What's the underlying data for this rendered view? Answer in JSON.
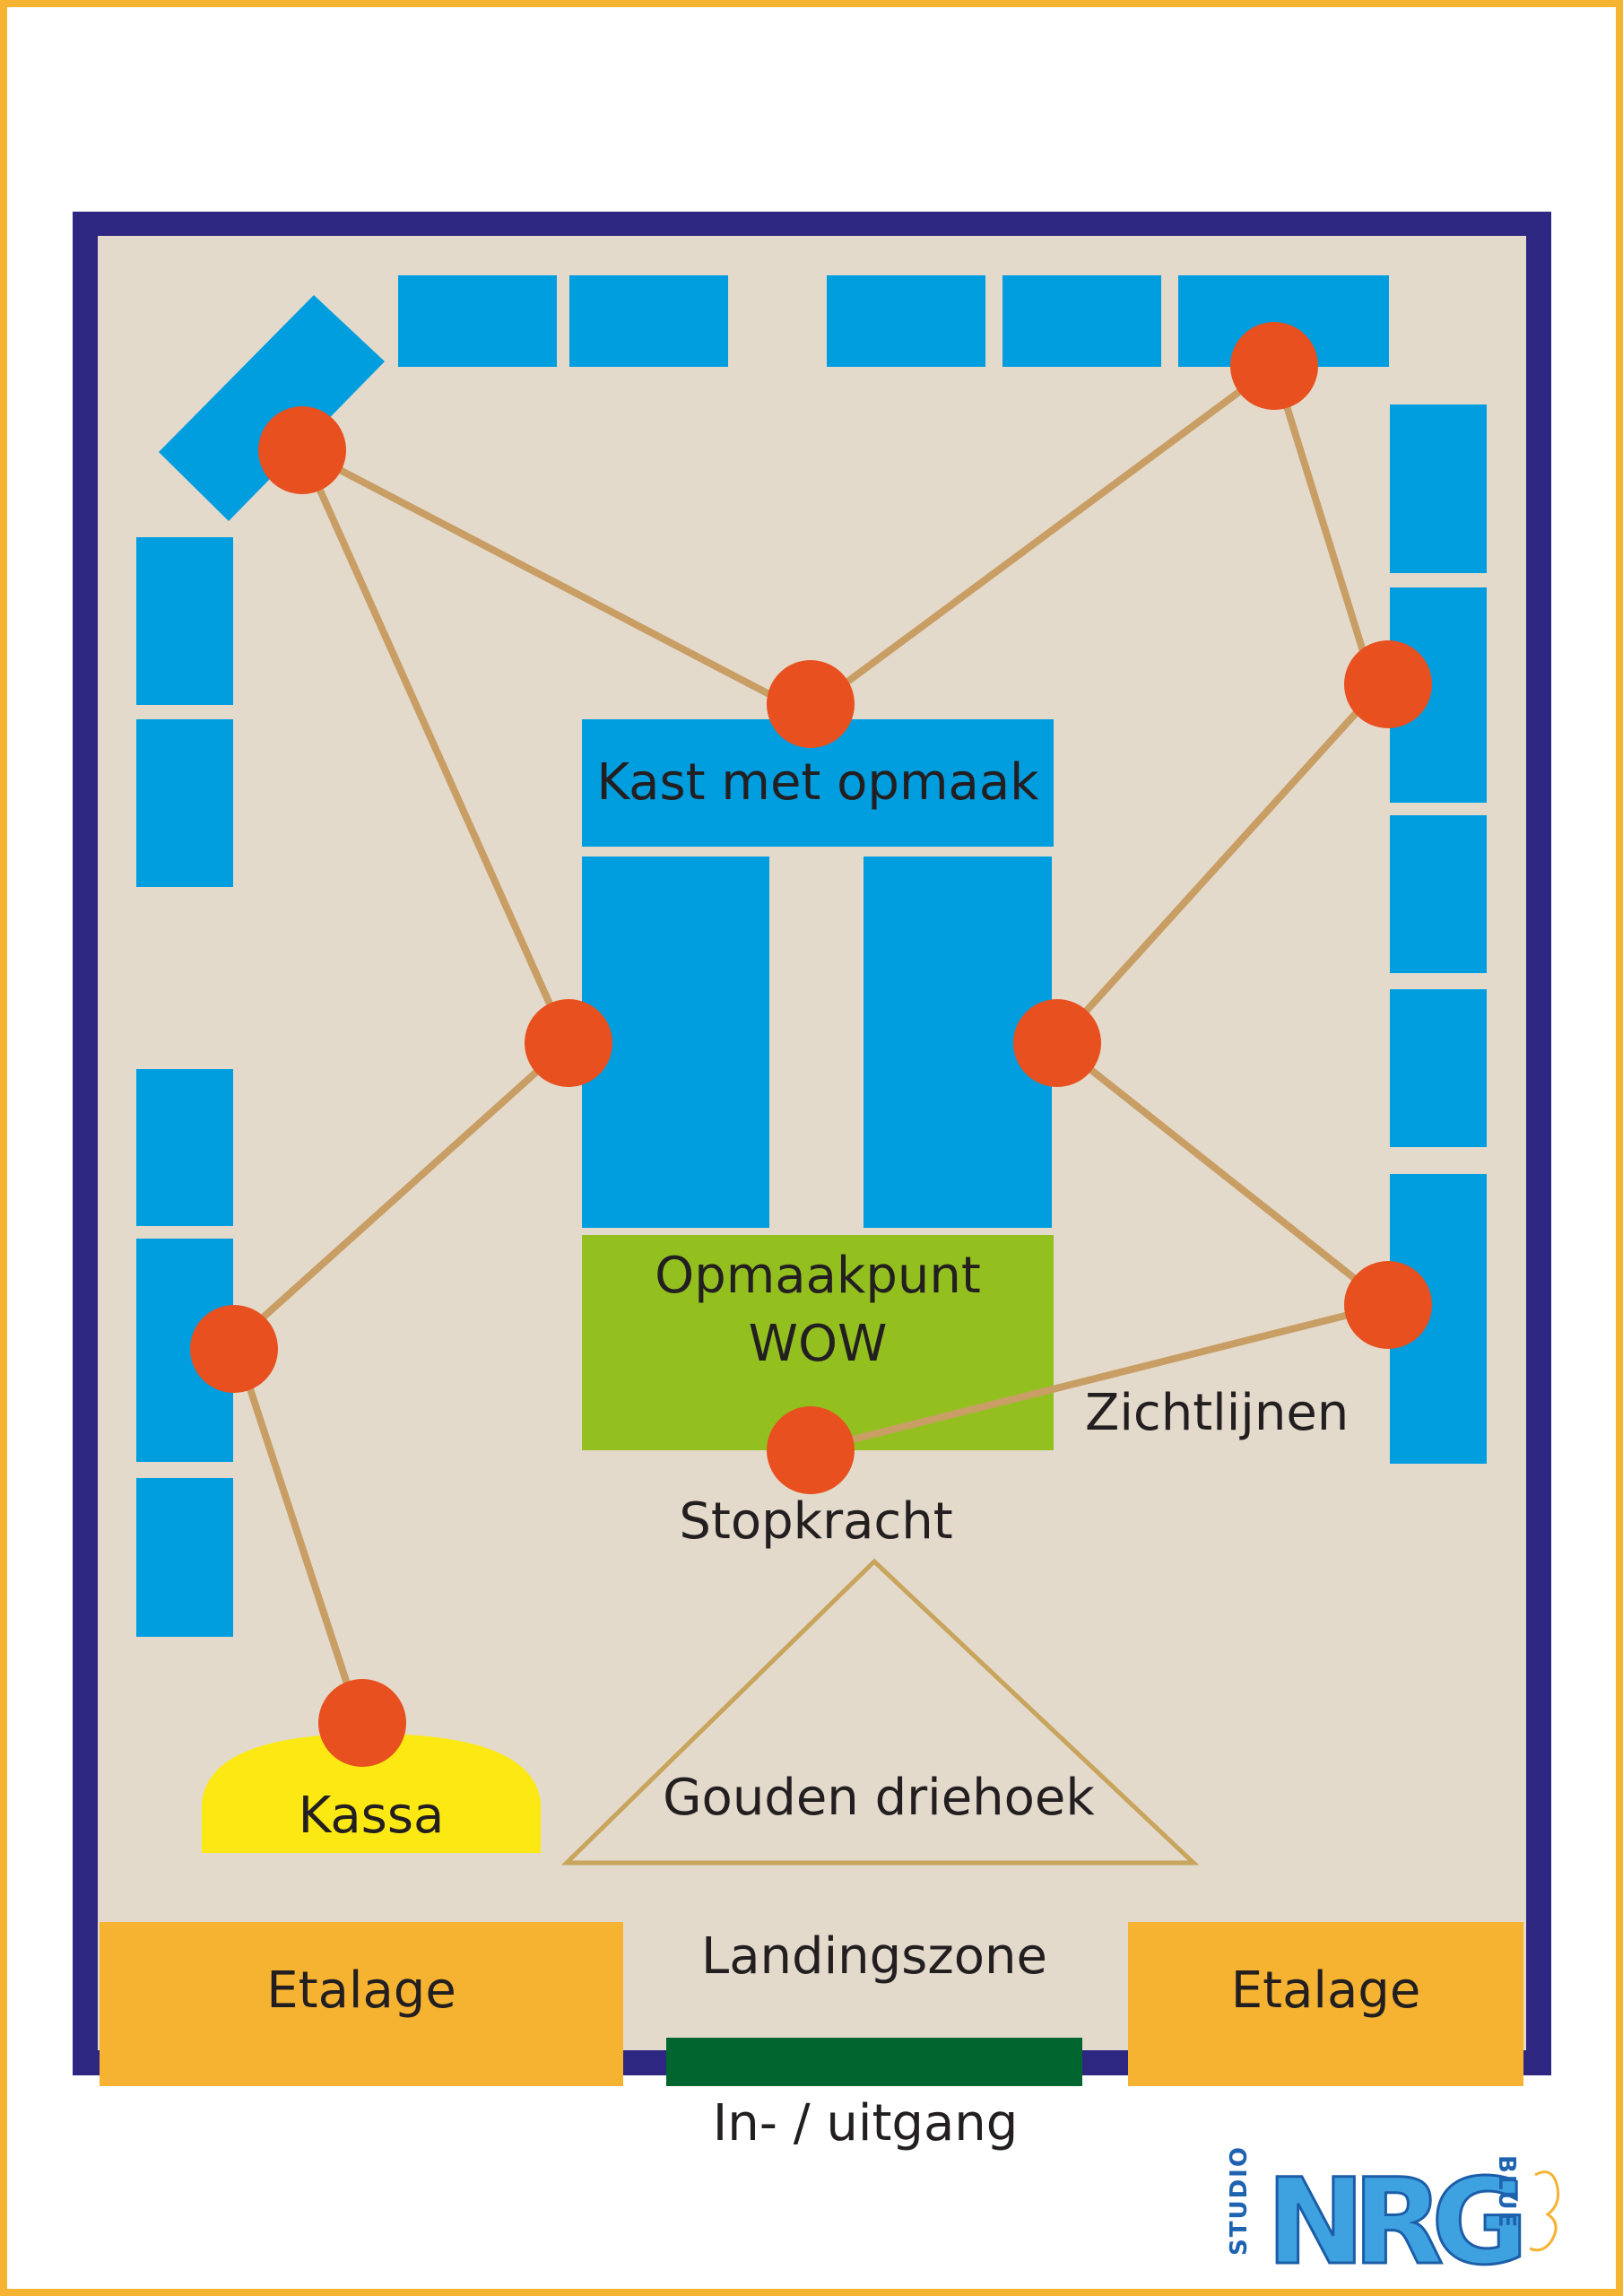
{
  "colors": {
    "frame": "#f6b332",
    "wall": "#2e2782",
    "floor": "#e3dacc",
    "shelf": "#009ddf",
    "node": "#e8501f",
    "line": "#c99e64",
    "wow": "#93c01f",
    "kassa": "#fce913",
    "etalage": "#f6b332",
    "entrance": "#00652e",
    "triangle": "#c8a45c"
  },
  "labels": {
    "kast": "Kast met opmaak",
    "wow_line1": "Opmaakpunt",
    "wow_line2": "WOW",
    "zichtlijnen": "Zichtlijnen",
    "stopkracht": "Stopkracht",
    "gouden_driehoek": "Gouden driehoek",
    "kassa": "Kassa",
    "landingszone": "Landingszone",
    "etalage_left": "Etalage",
    "etalage_right": "Etalage",
    "entrance": "In- / uitgang"
  },
  "logo": {
    "studio": "STUDIO",
    "main": "NRG",
    "blue": "BLUE"
  },
  "nodes": [
    {
      "id": "node-1"
    },
    {
      "id": "node-2"
    },
    {
      "id": "node-3"
    },
    {
      "id": "node-4"
    },
    {
      "id": "node-5"
    },
    {
      "id": "node-6"
    },
    {
      "id": "node-7"
    },
    {
      "id": "node-8"
    },
    {
      "id": "node-9"
    },
    {
      "id": "node-10"
    }
  ]
}
